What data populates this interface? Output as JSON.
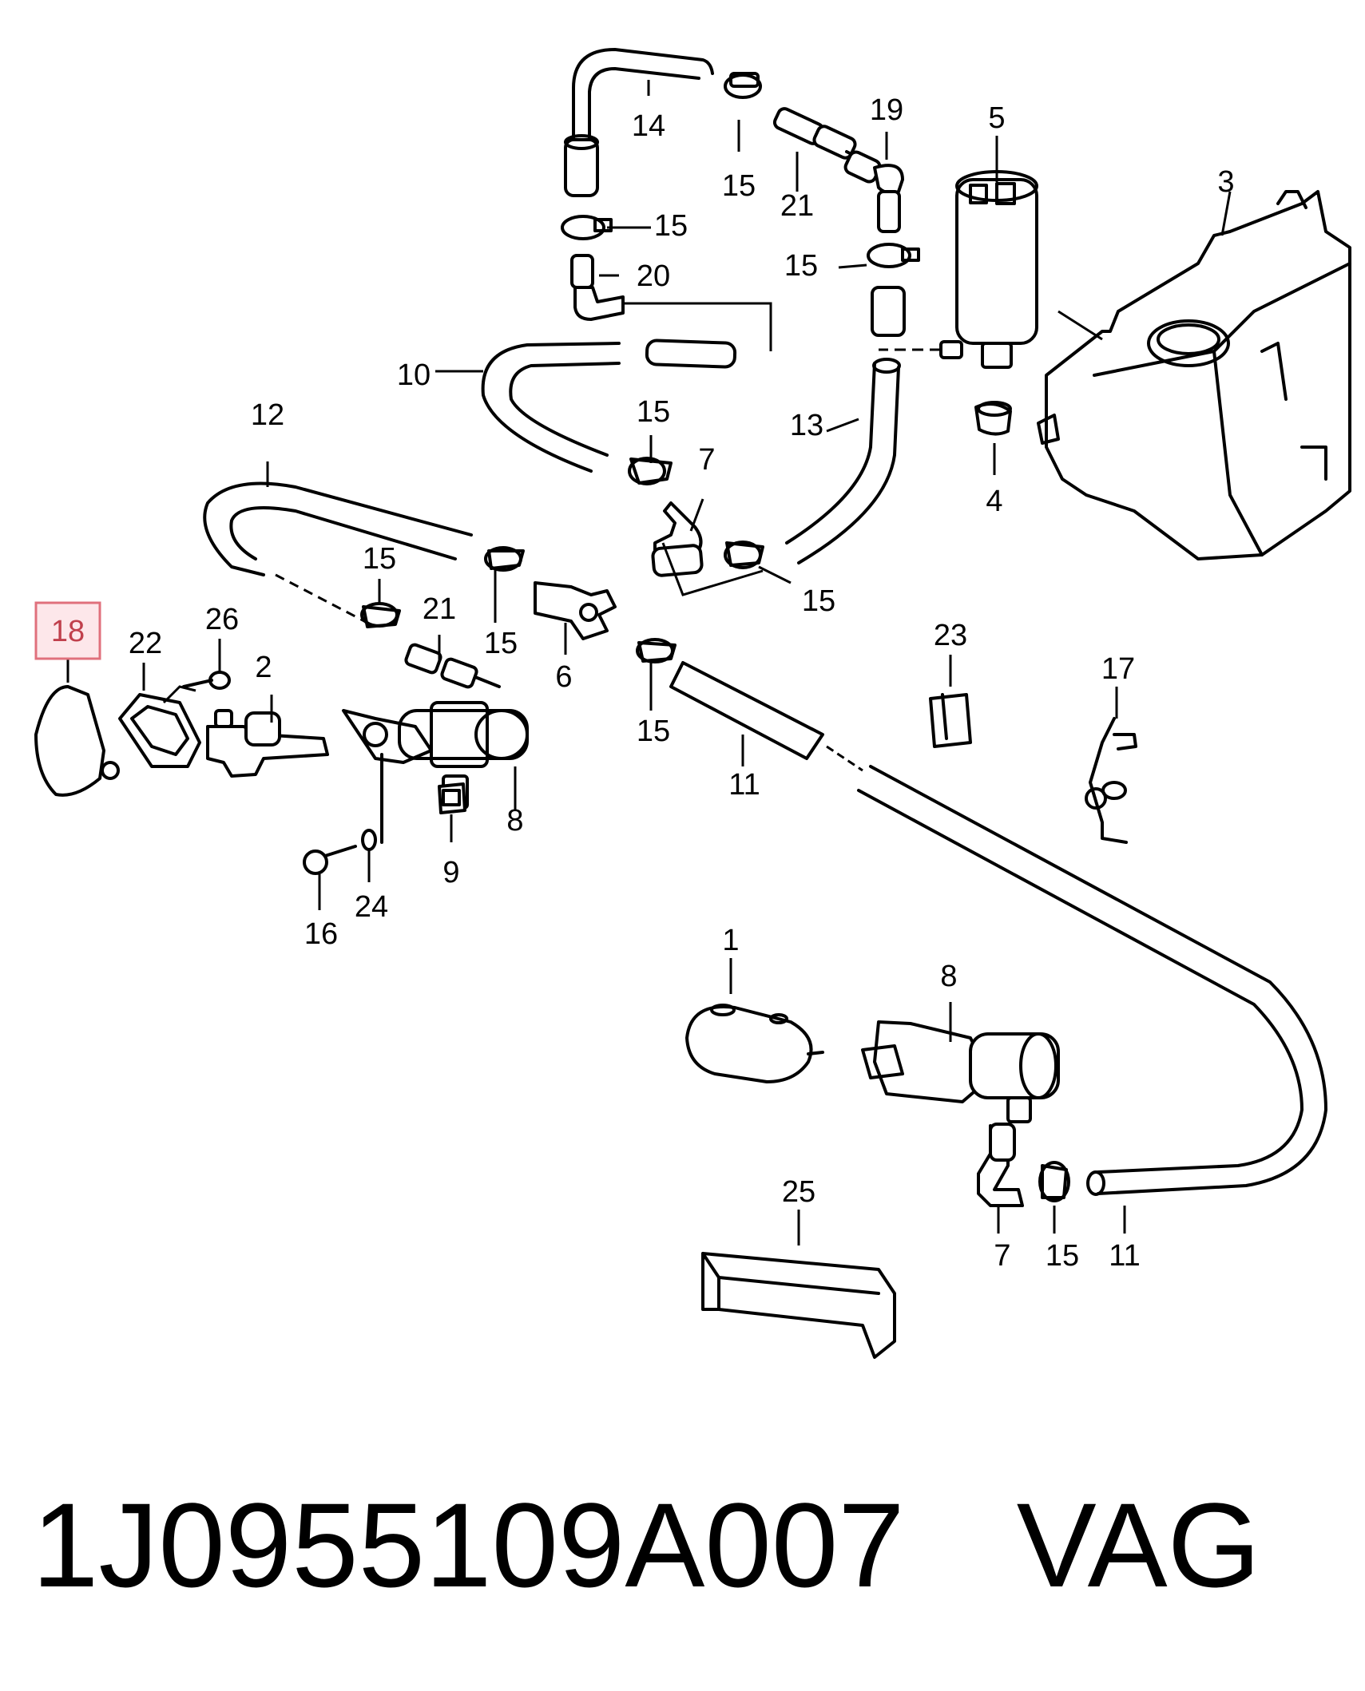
{
  "callouts": {
    "c1": "1",
    "c2": "2",
    "c3": "3",
    "c4": "4",
    "c5": "5",
    "c6": "6",
    "c7a": "7",
    "c7b": "7",
    "c8a": "8",
    "c8b": "8",
    "c9": "9",
    "c10": "10",
    "c11a": "11",
    "c11b": "11",
    "c12": "12",
    "c13": "13",
    "c14": "14",
    "c15a": "15",
    "c15b": "15",
    "c15c": "15",
    "c15d": "15",
    "c15e": "15",
    "c15f": "15",
    "c15g": "15",
    "c15h": "15",
    "c15i": "15",
    "c16": "16",
    "c17": "17",
    "c18": "18",
    "c19": "19",
    "c20": "20",
    "c21a": "21",
    "c21b": "21",
    "c22": "22",
    "c23": "23",
    "c24": "24",
    "c25": "25",
    "c26": "26"
  },
  "highlighted_callout": "18",
  "highlight_color": "#e0707c",
  "footer": {
    "part_number": "1J0955109A007",
    "brand": "VAG"
  }
}
